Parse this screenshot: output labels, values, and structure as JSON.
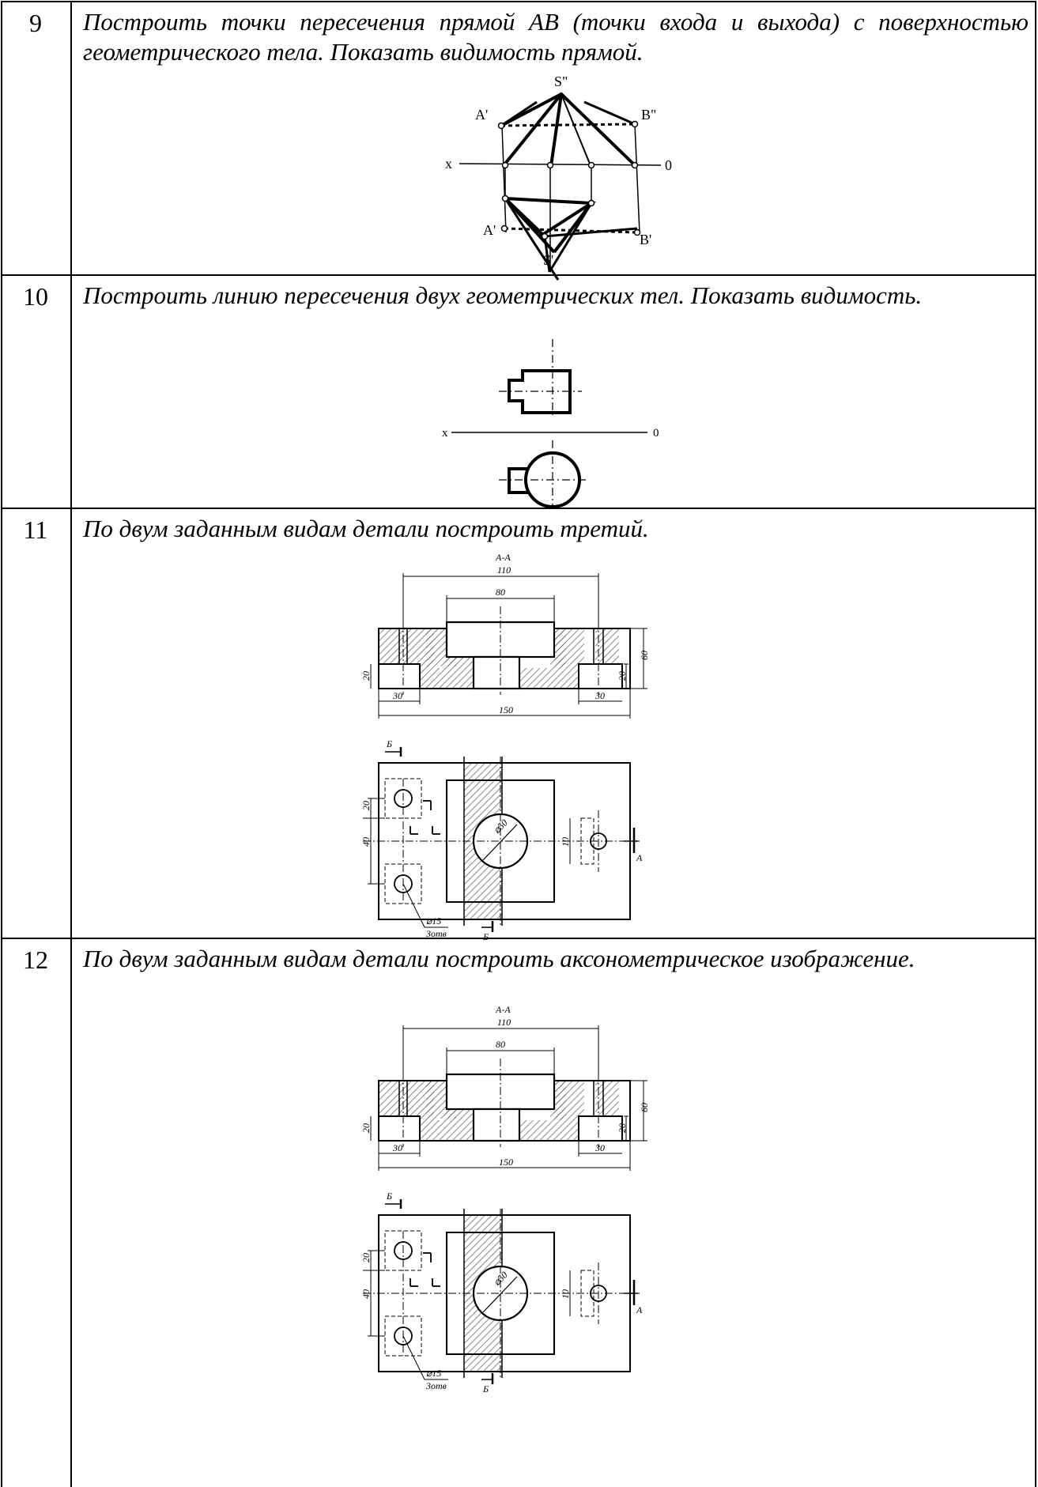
{
  "rows": [
    {
      "number": "9",
      "text": "Построить точки пересечения прямой АВ (точки входа и выхода) с поверхностью геометрического тела. Показать видимость прямой.",
      "labels": {
        "s2": "S\"",
        "a2": "A'",
        "b2": "B\"",
        "x": "x",
        "o": "0",
        "a1": "A'",
        "b1": "B'",
        "s1": "S'"
      }
    },
    {
      "number": "10",
      "text": "Построить линию пересечения двух геометрических тел. Показать видимость.",
      "labels": {
        "x": "x",
        "o": "0"
      }
    },
    {
      "number": "11",
      "text": "По двум заданным видам детали построить третий.",
      "labels": {
        "section": "А-А",
        "d110": "110",
        "d80": "80",
        "d60": "60",
        "d20a": "20",
        "d20b": "20",
        "d30a": "30",
        "d30b": "30",
        "d150": "150",
        "cutB": "Б",
        "cutA": "А",
        "d20c": "20",
        "d40": "40",
        "d10": "10",
        "dia": "⌀50",
        "holes": "⌀15",
        "holes2": "3отв"
      }
    },
    {
      "number": "12",
      "text": "По двум заданным видам детали построить аксонометрическое изображение.",
      "labels": {
        "section": "А-А",
        "d110": "110",
        "d80": "80",
        "d60": "60",
        "d20a": "20",
        "d20b": "20",
        "d30a": "30",
        "d30b": "30",
        "d150": "150",
        "cutB": "Б",
        "cutA": "А",
        "d20c": "20",
        "d40": "40",
        "d10": "10",
        "dia": "⌀50",
        "holes": "⌀15",
        "holes2": "3отв"
      }
    }
  ]
}
